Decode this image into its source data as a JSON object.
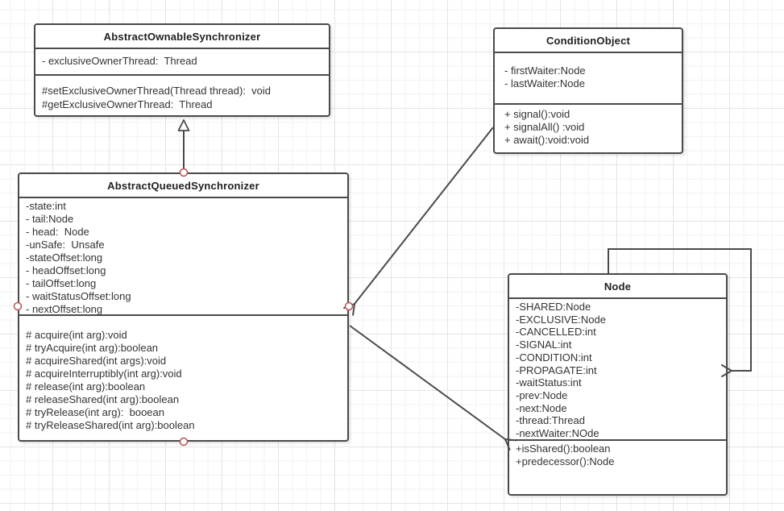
{
  "diagram": {
    "type": "uml-class-diagram",
    "classes": [
      {
        "name": "AbstractOwnableSynchronizer",
        "attributes": [
          "- exclusiveOwnerThread:  Thread"
        ],
        "methods": [
          "#setExclusiveOwnerThread(Thread thread):  void",
          "#getExclusiveOwnerThread:  Thread"
        ]
      },
      {
        "name": "ConditionObject",
        "attributes": [
          "- firstWaiter:Node",
          "- lastWaiter:Node"
        ],
        "methods": [
          "+ signal():void",
          "+ signalAll() :void",
          "+ await():void:void"
        ]
      },
      {
        "name": "AbstractQueuedSynchronizer",
        "attributes": [
          "-state:int",
          "- tail:Node",
          "- head:  Node",
          "-unSafe:  Unsafe",
          "-stateOffset:long",
          "- headOffset:long",
          "- tailOffset:long",
          "- waitStatusOffset:long",
          "- nextOffset:long"
        ],
        "methods": [
          "# acquire(int arg):void",
          "# tryAcquire(int arg):boolean",
          "# acquireShared(int args):void",
          "# acquireInterruptibly(int arg):void",
          "# release(int arg):boolean",
          "# releaseShared(int arg):boolean",
          "# tryRelease(int arg):  booean",
          "# tryReleaseShared(int arg):boolean"
        ]
      },
      {
        "name": "Node",
        "attributes": [
          "-SHARED:Node",
          "-EXCLUSIVE:Node",
          "-CANCELLED:int",
          "-SIGNAL:int",
          "-CONDITION:int",
          "-PROPAGATE:int",
          "-waitStatus:int",
          "-prev:Node",
          "-next:Node",
          "-thread:Thread",
          "-nextWaiter:NOde"
        ],
        "methods": [
          "+isShared():boolean",
          "+predecessor():Node"
        ]
      }
    ],
    "relationships": [
      {
        "type": "generalization",
        "from": "AbstractQueuedSynchronizer",
        "to": "AbstractOwnableSynchronizer",
        "arrow": "hollow-triangle"
      },
      {
        "type": "association",
        "from": "ConditionObject",
        "to": "AbstractQueuedSynchronizer",
        "arrow": "open"
      },
      {
        "type": "association",
        "from": "AbstractQueuedSynchronizer",
        "to": "Node",
        "arrow": "open"
      },
      {
        "type": "self-association",
        "from": "Node",
        "to": "Node",
        "arrow": "open"
      }
    ],
    "colors": {
      "shape_border": "#4a4a4a",
      "shape_fill": "#ffffff",
      "connector": "#4a4a4a",
      "connection_point_stroke": "#b85450",
      "grid_minor": "#f2f2f5",
      "grid_major": "#e4e4e8",
      "canvas_background": "#ffffff",
      "text": "#333333"
    }
  }
}
